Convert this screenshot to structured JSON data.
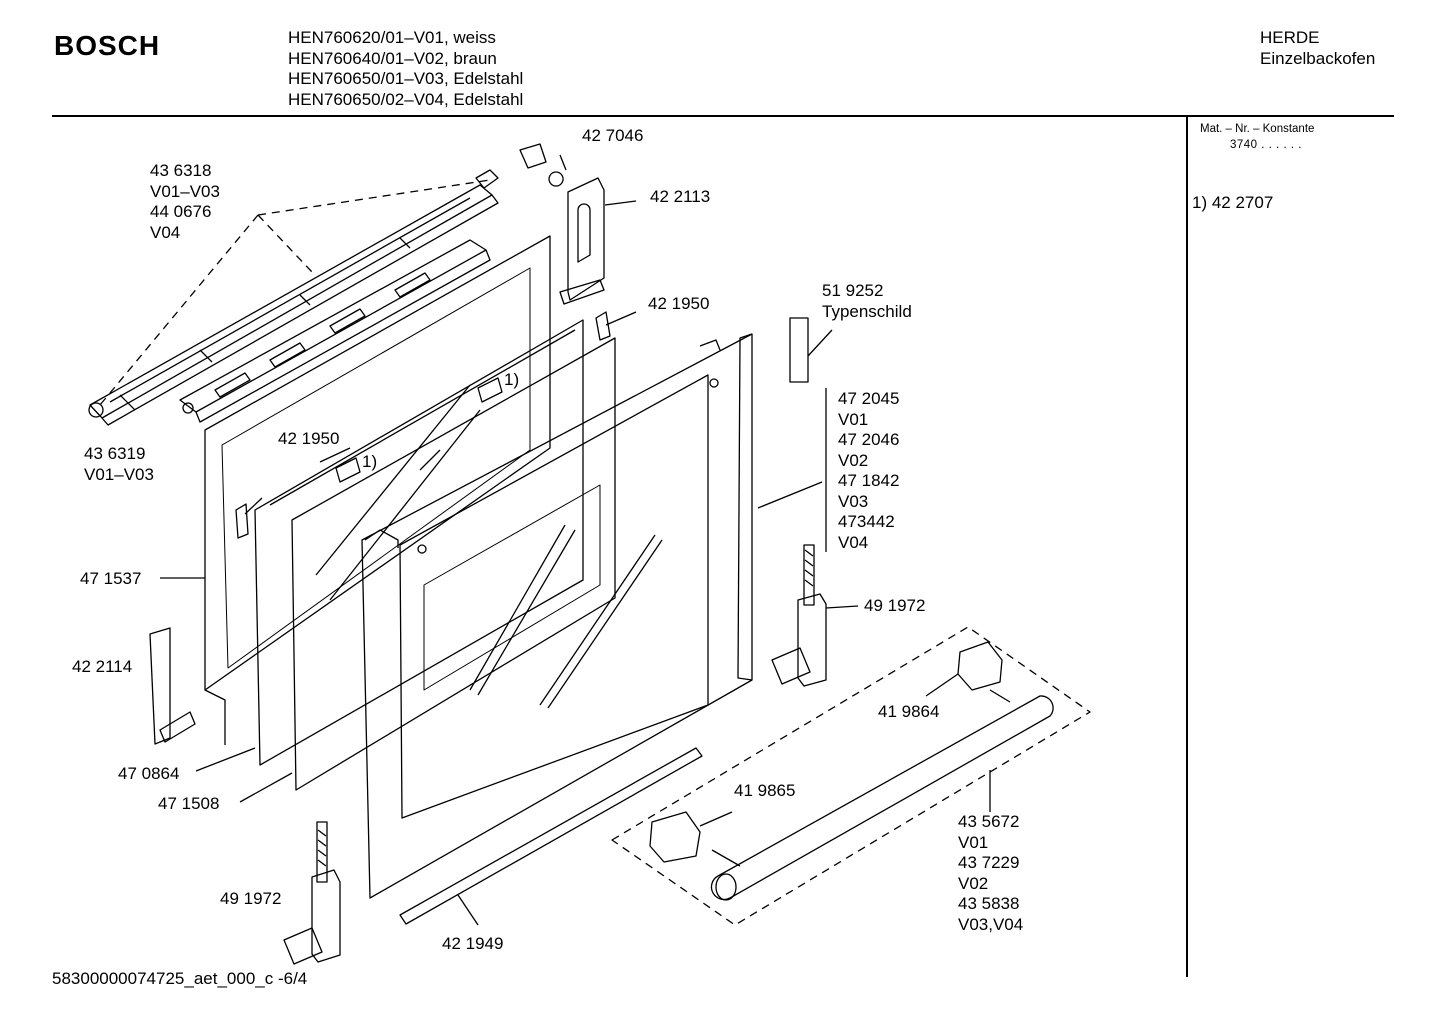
{
  "header": {
    "brand": "BOSCH",
    "models": [
      "HEN760620/01–V01, weiss",
      "HEN760640/01–V02,  braun",
      "HEN760650/01–V03, Edelstahl",
      "HEN760650/02–V04, Edelstahl"
    ],
    "category": [
      "HERDE",
      "Einzelbackofen"
    ]
  },
  "side_panel": {
    "mat_title": "Mat. – Nr. – Konstante",
    "mat_value": "3740  .  .  .  .  .  .",
    "footnote": "1) 42 2707"
  },
  "footer": {
    "doc_id": "58300000074725_aet_000_c -6/4"
  },
  "parts": {
    "p436318": [
      "43 6318",
      "V01–V03",
      "44 0676",
      "V04"
    ],
    "p427046": "42 7046",
    "p422113": "42 2113",
    "p421950_top": "42 1950",
    "p519252": [
      "51 9252",
      "Typenschild"
    ],
    "p472045": [
      "47 2045",
      "V01",
      "47 2046",
      "V02",
      "47 1842",
      "V03",
      "473442",
      "V04"
    ],
    "p436319": [
      "43 6319",
      "V01–V03"
    ],
    "p421950_mid": "42 1950",
    "p471537": "47 1537",
    "p422114": "42 2114",
    "p470864": "47 0864",
    "p471508": "47 1508",
    "p491972_right": "49 1972",
    "p419864": "41 9864",
    "p419865": "41 9865",
    "p435672": [
      "43 5672",
      "V01",
      "43 7229",
      "V02",
      "43 5838",
      "V03,V04"
    ],
    "p491972_left": "49 1972",
    "p421949": "42 1949",
    "mark_1a": "1)",
    "mark_1b": "1)"
  }
}
